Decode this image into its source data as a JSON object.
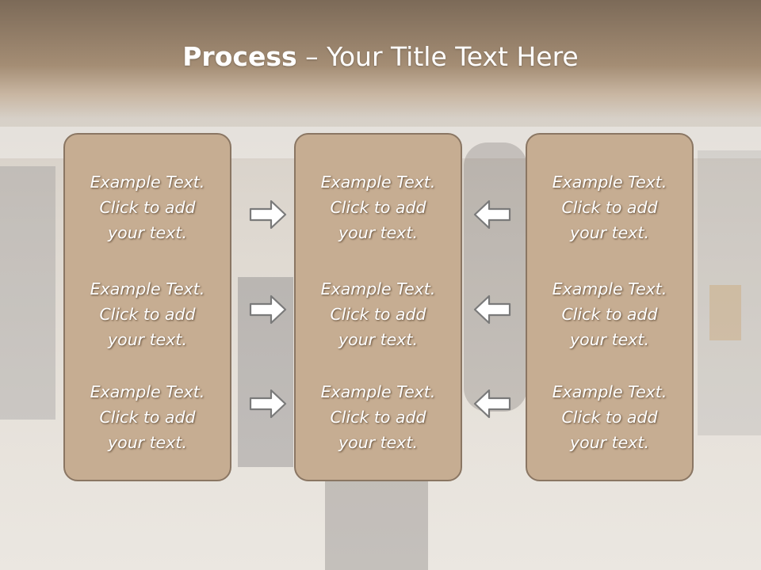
{
  "title": {
    "bold": "Process",
    "rest": " – Your Title Text Here"
  },
  "columns": [
    {
      "items": [
        "Example Text.\nClick  to add\nyour text.",
        "Example Text.\nClick  to add\nyour text.",
        "Example Text.\nClick  to add\nyour text."
      ]
    },
    {
      "items": [
        "Example Text.\nClick  to add\nyour text.",
        "Example Text.\nClick  to add\nyour text.",
        "Example Text.\nClick  to add\nyour text."
      ]
    },
    {
      "items": [
        "Example Text.\nClick  to add\nyour text.",
        "Example Text.\nClick  to add\nyour text.",
        "Example Text.\nClick  to add\nyour text."
      ]
    }
  ],
  "arrows": {
    "left_group": [
      "right-arrow",
      "right-arrow",
      "right-arrow"
    ],
    "right_group": [
      "left-arrow",
      "left-arrow",
      "left-arrow"
    ]
  },
  "colors": {
    "panel_fill": "#c6ad92",
    "panel_border": "#8a7663",
    "title_bar": "#a48d74",
    "arrow_fill": "#ffffff",
    "arrow_stroke": "#7a7a7a"
  }
}
